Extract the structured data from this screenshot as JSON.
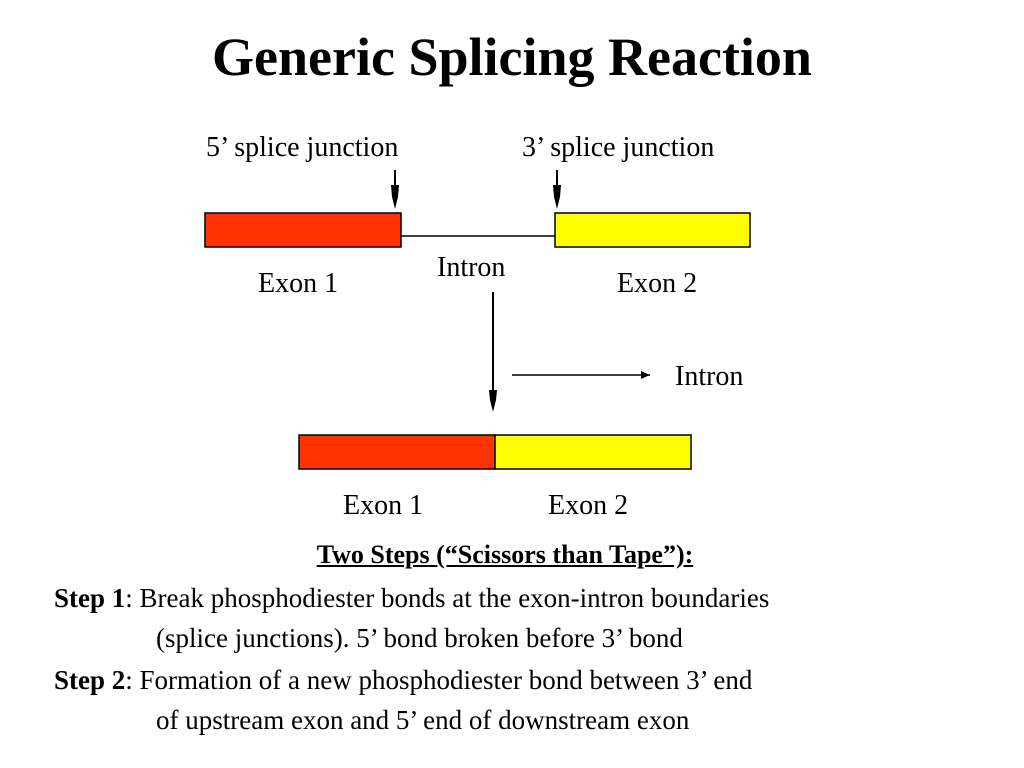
{
  "title": "Generic Splicing Reaction",
  "labels": {
    "five_prime_junction": "5’ splice junction",
    "three_prime_junction": "3’ splice junction",
    "exon1_top": "Exon 1",
    "intron_top": "Intron",
    "exon2_top": "Exon 2",
    "intron_released": "Intron",
    "exon1_bottom": "Exon 1",
    "exon2_bottom": "Exon 2"
  },
  "colors": {
    "exon1": "#ff3300",
    "exon2": "#ffff00",
    "outline": "#000000"
  },
  "steps": {
    "heading": "Two Steps (“Scissors than Tape”):",
    "step1": {
      "label": "Step 1",
      "line1": ":  Break phosphodiester bonds at the exon-intron boundaries",
      "line2": "(splice junctions).  5’ bond broken before 3’ bond"
    },
    "step2": {
      "label": "Step 2",
      "line1": ":  Formation of a new phosphodiester bond between 3’ end",
      "line2": "of upstream exon and 5’ end of downstream exon"
    }
  }
}
